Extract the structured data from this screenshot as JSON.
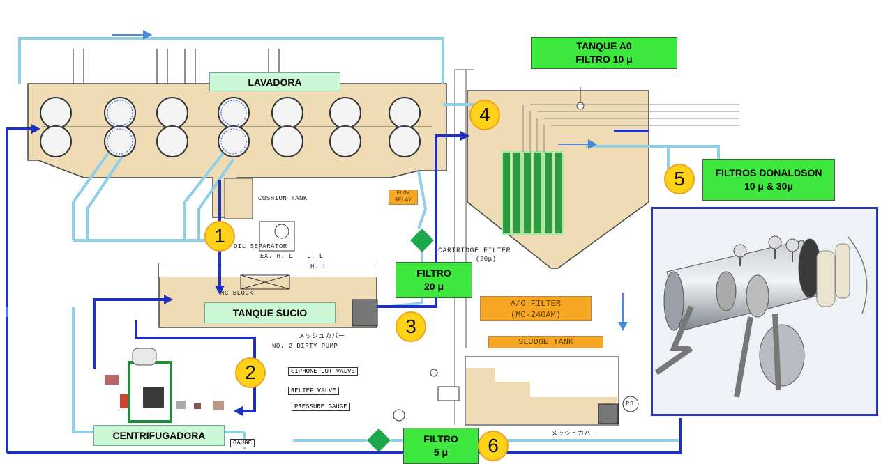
{
  "labels": {
    "lavadora": "LAVADORA",
    "tanque_sucio": "TANQUE SUCIO",
    "centrifugadora": "CENTRIFUGADORA",
    "tanque_a0_line1": "TANQUE A0",
    "tanque_a0_line2": "FILTRO  10 μ",
    "filtro20_line1": "FILTRO",
    "filtro20_line2": "20 μ",
    "filtro5_line1": "FILTRO",
    "filtro5_line2": "5 μ",
    "donaldson_line1": "FILTROS DONALDSON",
    "donaldson_line2": "10 μ & 30μ"
  },
  "step_numbers": [
    "1",
    "2",
    "3",
    "4",
    "5",
    "6"
  ],
  "schematic_text": {
    "cushion_tank": "CUSHION TANK",
    "oil_separator": "OIL SEPARATOR",
    "ex_h_l": "EX. H. L",
    "l_l": "L. L",
    "h_l": "H. L",
    "mg_block": "MG BLOCK",
    "mesh_cover": "メッシュカバー",
    "dirty_pump": "NO. 2 DIRTY PUMP",
    "siphone_cut_valve": "SIPHONE CUT VALVE",
    "relief_valve": "RELIEF VALVE",
    "pressure_gauge": "PRESSURE GAUGE",
    "gauge": "GAUGE",
    "cartridge_filter": "CARTRIDGE FILTER",
    "cartridge_micron": "(20μ)",
    "ao_filter_line1": "A/O FILTER",
    "ao_filter_line2": "(MC-240AM)",
    "sludge_tank": "SLUDGE TANK",
    "flow_relay": "FLOW RELAY",
    "p3": "P3"
  },
  "colors": {
    "clean_line": "#8fd0e8",
    "return_line": "#1f2fbf",
    "machine_fill": "#efdcb4",
    "label_green": "#3ee83e",
    "label_pale": "#ccf7d4",
    "badge_yellow": "#ffd21a",
    "badge_border": "#f0a21e"
  }
}
